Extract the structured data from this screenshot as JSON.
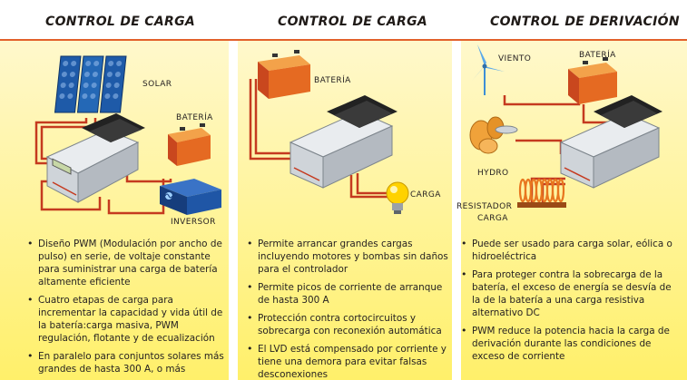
{
  "headers": [
    "CONTROL DE CARGA",
    "CONTROL DE CARGA",
    "CONTROL DE DERIVACIÓN"
  ],
  "colors": {
    "accent_line": "#e2602b",
    "panel_yellow": "#fff06a",
    "panel_light": "#fff8cc",
    "wire": "#c53a1f"
  },
  "panel1": {
    "labels": {
      "solar": "SOLAR",
      "bateria": "BATERÍA",
      "inversor": "INVERSOR"
    },
    "bullets": [
      "Diseño PWM (Modulación por ancho de pulso) en serie, de voltaje constante para suministrar una carga de batería altamente eficiente",
      "Cuatro etapas de carga para incrementar la capacidad y vida útil de la batería:carga masiva, PWM regulación, flotante y de ecualización",
      "En paralelo para conjuntos solares más grandes de hasta 300 A, o más"
    ]
  },
  "panel2": {
    "labels": {
      "bateria": "BATERÍA",
      "carga": "CARGA"
    },
    "bullets": [
      "Permite arrancar grandes cargas incluyendo motores y bombas sin daños para el controlador",
      "Permite picos de corriente de arranque de hasta 300 A",
      "Protección contra cortocircuitos y sobrecarga con reconexión automática",
      "El LVD está compensado por corriente y tiene una demora para evitar falsas desconexiones"
    ]
  },
  "panel3": {
    "labels": {
      "viento": "VIENTO",
      "bateria": "BATERÍA",
      "hydro": "HYDRO",
      "resistador": "RESISTADOR",
      "carga": "CARGA"
    },
    "bullets": [
      "Puede ser usado para carga solar, eólica o hidroeléctrica",
      "Para proteger contra la sobrecarga de la batería, el exceso de energía se desvía de la de la batería a una carga resistiva alternativo DC",
      "PWM reduce la potencia hacia la carga de derivación durante las condiciones de exceso de corriente"
    ]
  }
}
